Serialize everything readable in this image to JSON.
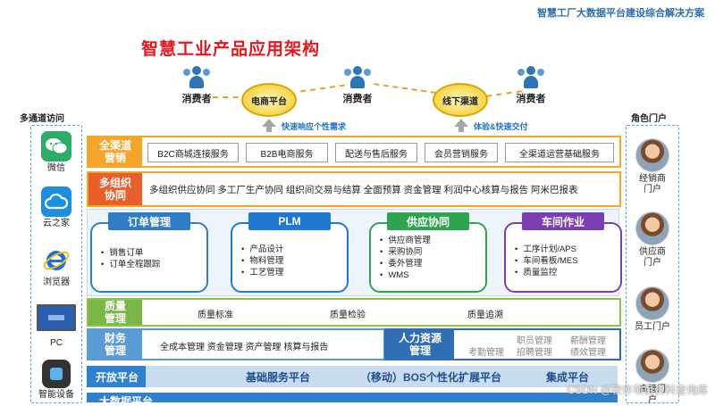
{
  "header": {
    "top_title": "智慧工厂大数据平台建设综合解决方案",
    "main_title": "智慧工业产品应用架构"
  },
  "left_panel": {
    "label": "多通道访问",
    "items": [
      {
        "label": "微信",
        "icon": "wechat-icon",
        "color": "#2aae67"
      },
      {
        "label": "云之家",
        "icon": "cloud-icon",
        "color": "#1d8fe0"
      },
      {
        "label": "浏览器",
        "icon": "ie-browser-icon",
        "color": "#1e6fd9"
      },
      {
        "label": "PC",
        "icon": "pc-icon",
        "color": "#2a5fb0"
      },
      {
        "label": "智能设备",
        "icon": "smart-device-icon",
        "color": "#333333"
      }
    ]
  },
  "right_panel": {
    "label": "角色门户",
    "items": [
      {
        "label": "经销商门户",
        "line1": "经销商",
        "line2": "门户"
      },
      {
        "label": "供应商门户",
        "line1": "供应商",
        "line2": "门户"
      },
      {
        "label": "员工门户",
        "line1": "员工门户",
        "line2": ""
      },
      {
        "label": "高管门户",
        "line1": "高管门",
        "line2": "户"
      }
    ]
  },
  "flow": {
    "consumer": "消费者",
    "channel_online": "电商平台",
    "channel_offline": "线下渠道",
    "note_left": "快速响应个性需求",
    "note_right": "体验&快速交付"
  },
  "rows": {
    "omni": {
      "label": "全渠道营销",
      "label_l1": "全渠道",
      "label_l2": "营销",
      "items": [
        "B2C商城连接服务",
        "B2B电商服务",
        "配送与售后服务",
        "会员营销服务",
        "全渠道运营基础服务"
      ]
    },
    "multi_org": {
      "label": "多组织协同",
      "label_l1": "多组织",
      "label_l2": "协同",
      "text": "多组织供应协同 多工厂生产协同 组织间交易与结算 全面预算 资金管理 利润中心核算与报告 阿米巴报表"
    },
    "cards": [
      {
        "title": "订单管理",
        "color": "#2f7dc7",
        "items": [
          "销售订单",
          "订单全程跟踪"
        ]
      },
      {
        "title": "PLM",
        "color": "#1f78d1",
        "items": [
          "产品设计",
          "物料管理",
          "工艺管理"
        ]
      },
      {
        "title": "供应协同",
        "color": "#2ea44f",
        "items": [
          "供应商管理",
          "采购协同",
          "委外管理",
          "WMS"
        ]
      },
      {
        "title": "车间作业",
        "color": "#7b3fb3",
        "items": [
          "工序计划/APS",
          "车间看板/MES",
          "质量监控"
        ]
      }
    ],
    "quality": {
      "label": "质量管理",
      "label_l1": "质量",
      "label_l2": "管理",
      "items": [
        "质量标准",
        "质量检验",
        "质量追溯"
      ]
    },
    "finance": {
      "label": "财务管理",
      "label_l1": "财务",
      "label_l2": "管理",
      "text": "全成本管理  资金管理  资产管理  核算与报告"
    },
    "hr": {
      "label": "人力资源管理",
      "label_l1": "人力资源",
      "label_l2": "管理",
      "items": [
        "职员管理",
        "薪酬管理",
        "考勤管理",
        "招聘管理",
        "绩效管理"
      ]
    },
    "platform": {
      "open": "开放平台",
      "base": "基础服务平台",
      "bos": "（移动）BOS个性化扩展平台",
      "integration": "集成平台"
    },
    "bigdata": {
      "label": "大数据平台"
    }
  },
  "watermark": "CSDN @软件项目资料查询库"
}
